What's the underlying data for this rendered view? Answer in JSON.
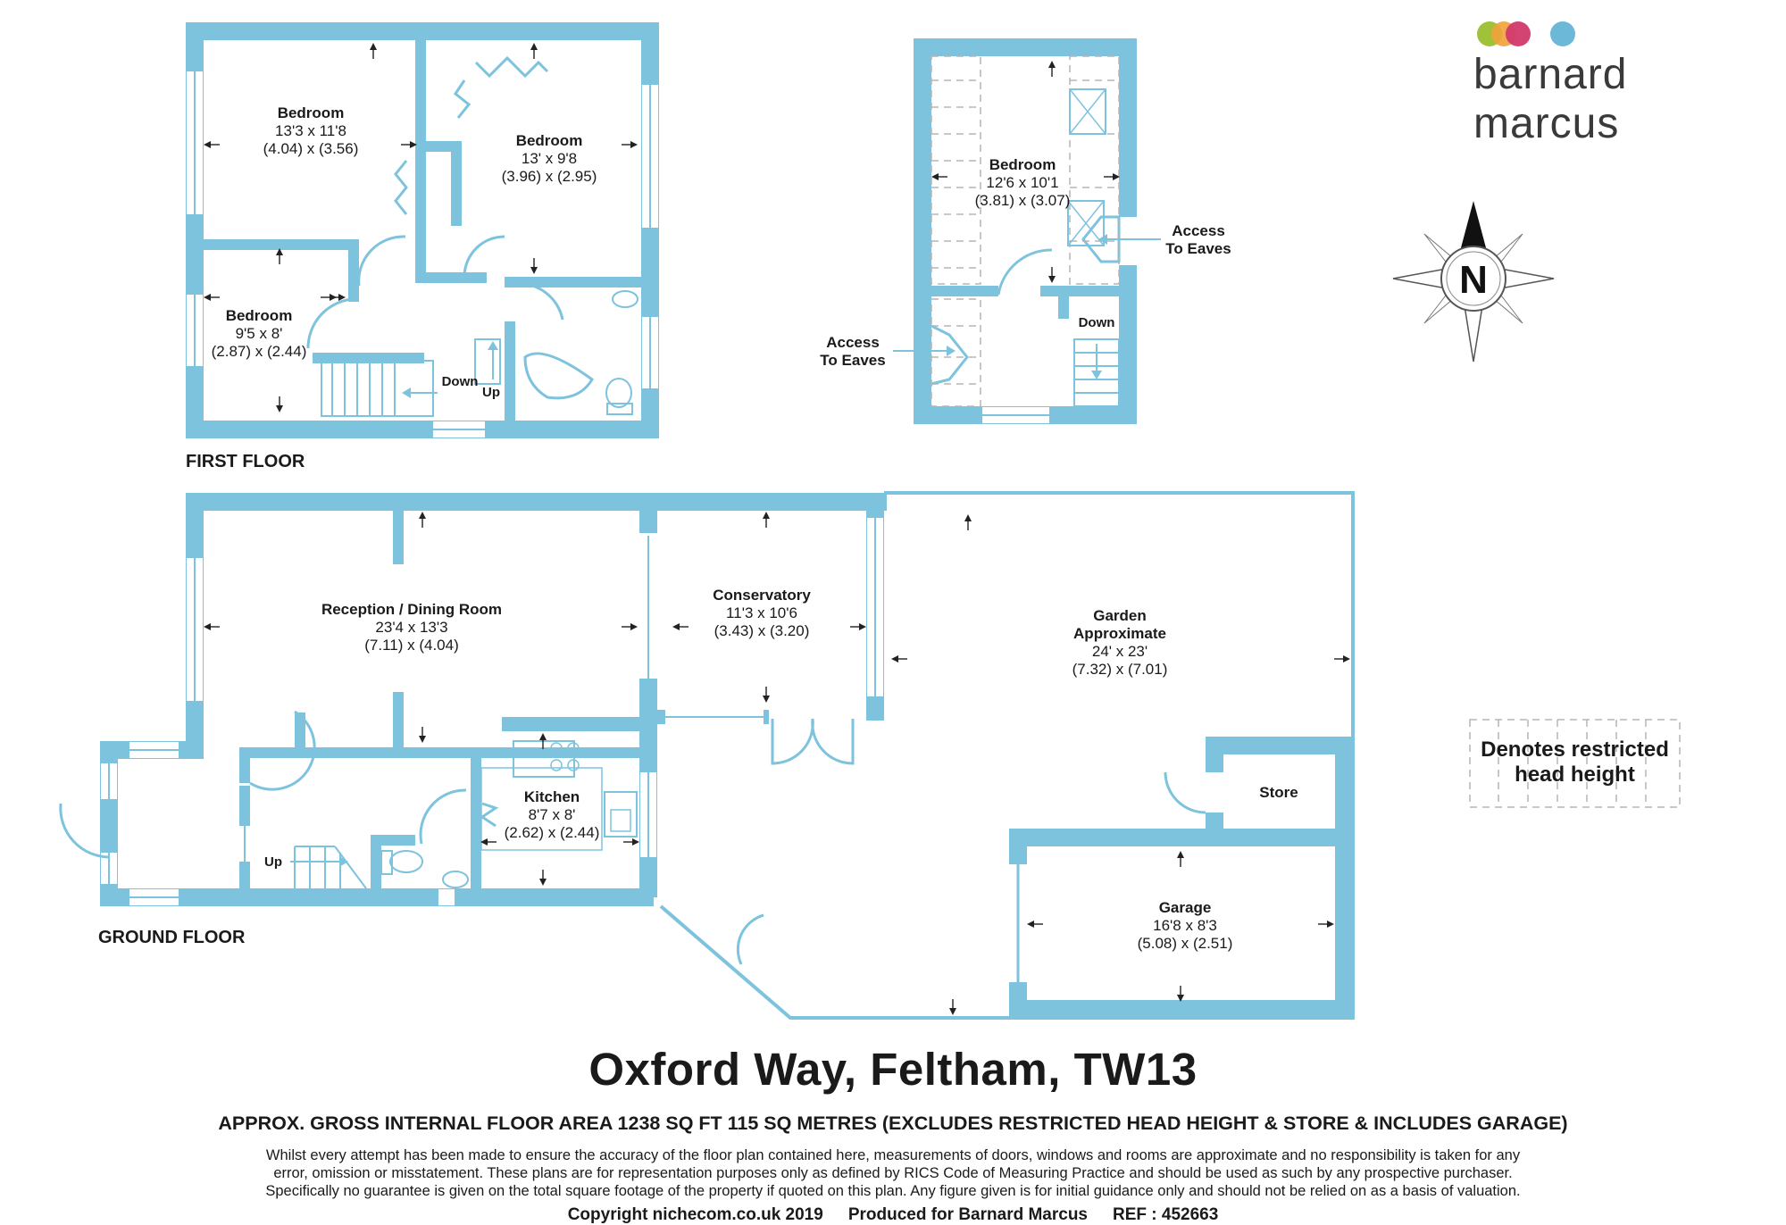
{
  "brand": {
    "name": "barnard marcus",
    "dot_colors": [
      "#a0c23a",
      "#f0a23a",
      "#d23a6a",
      "#6cb8d8"
    ]
  },
  "compass": {
    "label": "N"
  },
  "floors": {
    "first": "FIRST FLOOR",
    "ground": "GROUND FLOOR"
  },
  "rooms": {
    "bed1": {
      "name": "Bedroom",
      "imperial": "13'3 x 11'8",
      "metric": "(4.04) x (3.56)"
    },
    "bed2": {
      "name": "Bedroom",
      "imperial": "13' x 9'8",
      "metric": "(3.96) x (2.95)"
    },
    "bed3": {
      "name": "Bedroom",
      "imperial": "9'5 x 8'",
      "metric": "(2.87) x (2.44)"
    },
    "bed4": {
      "name": "Bedroom",
      "imperial": "12'6 x 10'1",
      "metric": "(3.81) x (3.07)"
    },
    "reception": {
      "name": "Reception / Dining Room",
      "imperial": "23'4 x 13'3",
      "metric": "(7.11) x (4.04)"
    },
    "conservatory": {
      "name": "Conservatory",
      "imperial": "11'3 x 10'6",
      "metric": "(3.43) x (3.20)"
    },
    "garden": {
      "name": "Garden",
      "name2": "Approximate",
      "imperial": "24' x 23'",
      "metric": "(7.32) x (7.01)"
    },
    "kitchen": {
      "name": "Kitchen",
      "imperial": "8'7 x 8'",
      "metric": "(2.62) x (2.44)"
    },
    "garage": {
      "name": "Garage",
      "imperial": "16'8 x 8'3",
      "metric": "(5.08) x (2.51)"
    },
    "store": {
      "name": "Store"
    }
  },
  "labels": {
    "down": "Down",
    "up": "Up",
    "access_line1": "Access",
    "access_line2": "To Eaves"
  },
  "legend": {
    "line1": "Denotes restricted",
    "line2": "head height"
  },
  "title": "Oxford Way, Feltham, TW13",
  "area_text": "APPROX. GROSS INTERNAL FLOOR AREA 1238 SQ FT 115 SQ METRES (EXCLUDES RESTRICTED HEAD HEIGHT & STORE & INCLUDES GARAGE)",
  "disclaimer": [
    "Whilst every attempt has been made to ensure the accuracy of the floor plan contained here, measurements of doors, windows and rooms are approximate and no responsibility is taken for any",
    "error, omission or misstatement. These plans are for representation purposes only as defined by RICS Code of Measuring Practice and should be used as such by any prospective purchaser.",
    "Specifically no guarantee is given on the total square footage of the property if quoted on this plan. Any figure given is for initial guidance only and should not be relied on as a basis of valuation."
  ],
  "copyright": {
    "site": "Copyright nichecom.co.uk 2019",
    "produced": "Produced for Barnard Marcus",
    "ref": "REF : 452663"
  }
}
